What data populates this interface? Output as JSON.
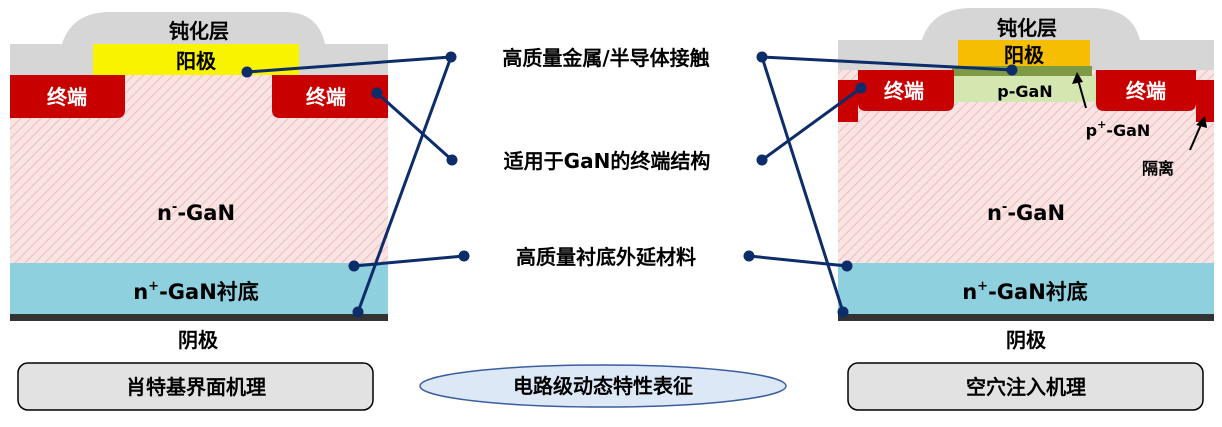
{
  "colors": {
    "passivation": "#d6d6d6",
    "anode": "#f8f400",
    "anode_right": "#f6be00",
    "termination": "#c80000",
    "drift": "#f8dede",
    "substrate": "#8fd0de",
    "cathode_strip": "#333333",
    "pgan": "#d4e7b0",
    "ppgan": "#7f9a45",
    "isolation": "#c80000",
    "dot": "#0c2c6a",
    "line": "#0c2c6a",
    "box_fill": "#e2e2e2",
    "oval_fill": "#dce8f6"
  },
  "left_device": {
    "passivation": "钝化层",
    "anode": "阳极",
    "term_left": "终端",
    "term_right": "终端",
    "drift_pre": "n",
    "drift_sup": "-",
    "drift_post": "-GaN",
    "sub_pre": "n",
    "sub_sup": "+",
    "sub_post": "-GaN衬底",
    "cathode": "阴极"
  },
  "right_device": {
    "passivation": "钝化层",
    "anode": "阳极",
    "term_left": "终端",
    "term_right": "终端",
    "pgan": "p-GaN",
    "ppgan_pre": "p",
    "ppgan_sup": "+",
    "ppgan_post": "-GaN",
    "isolation": "隔离",
    "drift_pre": "n",
    "drift_sup": "-",
    "drift_post": "-GaN",
    "sub_pre": "n",
    "sub_sup": "+",
    "sub_post": "-GaN衬底",
    "cathode": "阴极"
  },
  "callouts": {
    "contact": "高质量金属/半导体接触",
    "termination": "适用于GaN的终端结构",
    "epitaxy": "高质量衬底外延材料"
  },
  "bottom": {
    "left_box": "肖特基界面机理",
    "center_oval": "电路级动态特性表征",
    "right_box": "空穴注入机理"
  }
}
